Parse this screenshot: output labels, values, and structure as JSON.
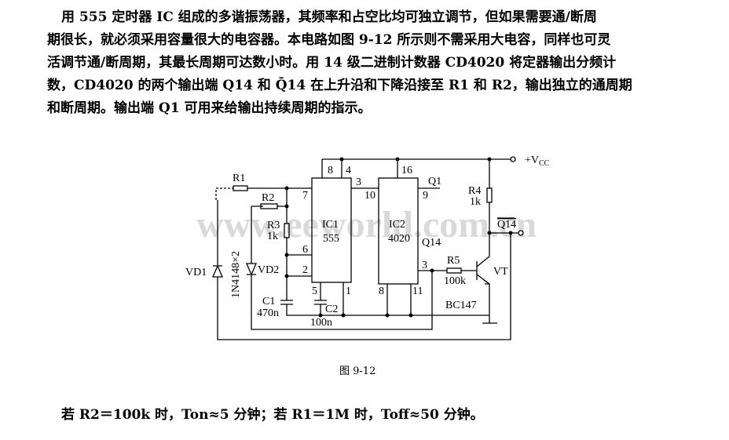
{
  "description_lines": [
    "用 555 定时器 IC 组成的多谐振荡器，其频率和占空比均可独立调节，但如果需要通/断周",
    "期很长，就必须采用容量很大的电容器。本电路如图 9-12 所示则不需采用大电容，同样也可灵",
    "活调节通/断周期，其最长周期可达数小时。用 14 级二进制计数器 CD4020 将定器输出分频计",
    "数，CD4020 的两个输出端 Q14 和 Q̄14 在上升沿和下降沿接至 R1 和 R2，输出独立的通周期",
    "和断周期。输出端 Q1 可用来给输出持续周期的指示。"
  ],
  "circuit": {
    "watermark": "www.eeworld.com.cn",
    "vcc": "+V",
    "vcc_sub": "CC",
    "ic1": {
      "name": "IC1",
      "type": "555",
      "pins": [
        "8",
        "4",
        "3",
        "7",
        "6",
        "2",
        "5",
        "1"
      ]
    },
    "ic2": {
      "name": "IC2",
      "type": "4020",
      "pins": [
        "16",
        "10",
        "9",
        "3",
        "8",
        "11"
      ]
    },
    "r1": "R1",
    "r2": "R2",
    "r3": "R3",
    "r3_val": "1k",
    "r4": "R4",
    "r4_val": "1k",
    "r5": "R5",
    "r5_val": "100k",
    "c1": "C1",
    "c1_val": "470n",
    "c2": "C2",
    "c2_val": "100n",
    "vd1": "VD1",
    "vd2": "VD2",
    "diodes": "1N4148×2",
    "vt": "VT",
    "vt_type": "BC147",
    "q1": "Q1",
    "q14": "Q14",
    "q14bar": "Q14"
  },
  "caption": "图 9-12",
  "result": "若 R2＝100k 时，Ton≈5 分钟；若 R1＝1M 时，Toff≈50 分钟。"
}
